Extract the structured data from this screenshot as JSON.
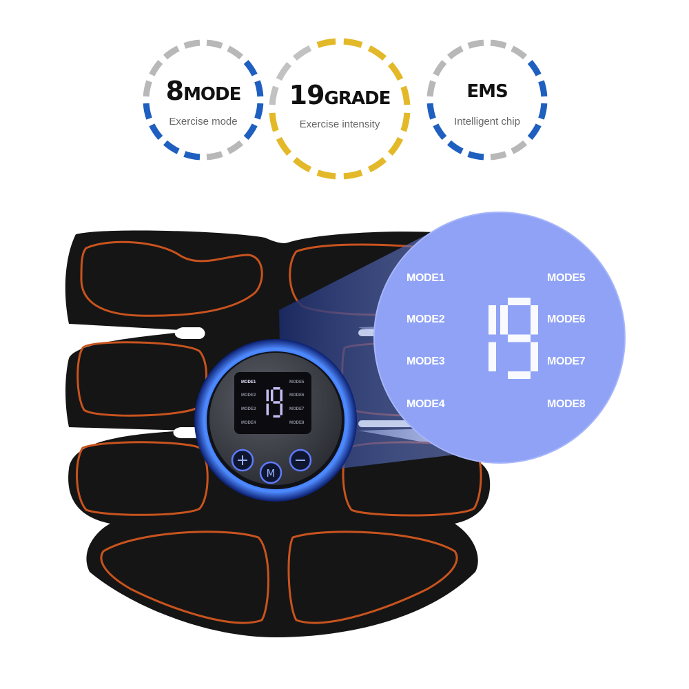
{
  "badges": [
    {
      "id": "mode",
      "lead": "8",
      "rest": "MODE",
      "sub": "Exercise mode",
      "accent": "#1f5fbf",
      "neutral": "#b8b8b8"
    },
    {
      "id": "grade",
      "lead": "19",
      "rest": "GRADE",
      "sub": "Exercise intensity",
      "accent": "#e3b92a",
      "neutral": "#c2c2c2"
    },
    {
      "id": "ems",
      "lead": "",
      "rest": "EMS",
      "sub": "Intelligent chip",
      "accent": "#1f5fbf",
      "neutral": "#b8b8b8"
    }
  ],
  "zoom_display": {
    "modes_left": [
      "MODE1",
      "MODE2",
      "MODE3",
      "MODE4"
    ],
    "modes_right": [
      "MODE5",
      "MODE6",
      "MODE7",
      "MODE8"
    ],
    "digits": "19",
    "bubble_color": "#8fa2f5"
  },
  "controller": {
    "modes_left": [
      "MODE1",
      "MODE2",
      "MODE3",
      "MODE4"
    ],
    "modes_right": [
      "MODE5",
      "MODE6",
      "MODE7",
      "MODE8"
    ],
    "digits": "19",
    "buttons": [
      {
        "name": "plus-button",
        "label": "+"
      },
      {
        "name": "mode-button",
        "label": "M"
      },
      {
        "name": "minus-button",
        "label": "−"
      }
    ],
    "ring_color": "#2c6cff"
  },
  "pad": {
    "body_color": "#151515",
    "outline_color": "#c8531e"
  }
}
